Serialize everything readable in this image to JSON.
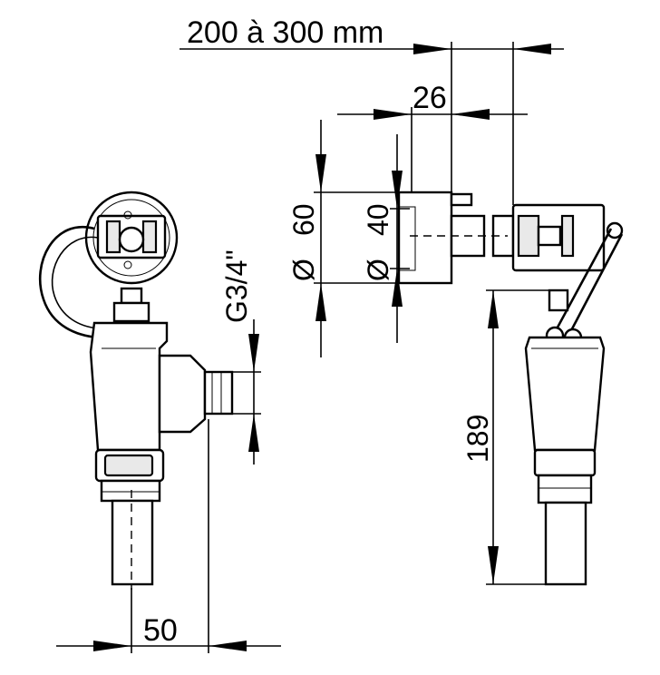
{
  "dimensions": {
    "install_range": "200 à 300 mm",
    "plate_depth": "26",
    "outer_diameter": "60",
    "inner_diameter": "40",
    "thread": "G3/4\"",
    "height": "189",
    "offset": "50",
    "diameter_symbol": "Ø"
  }
}
